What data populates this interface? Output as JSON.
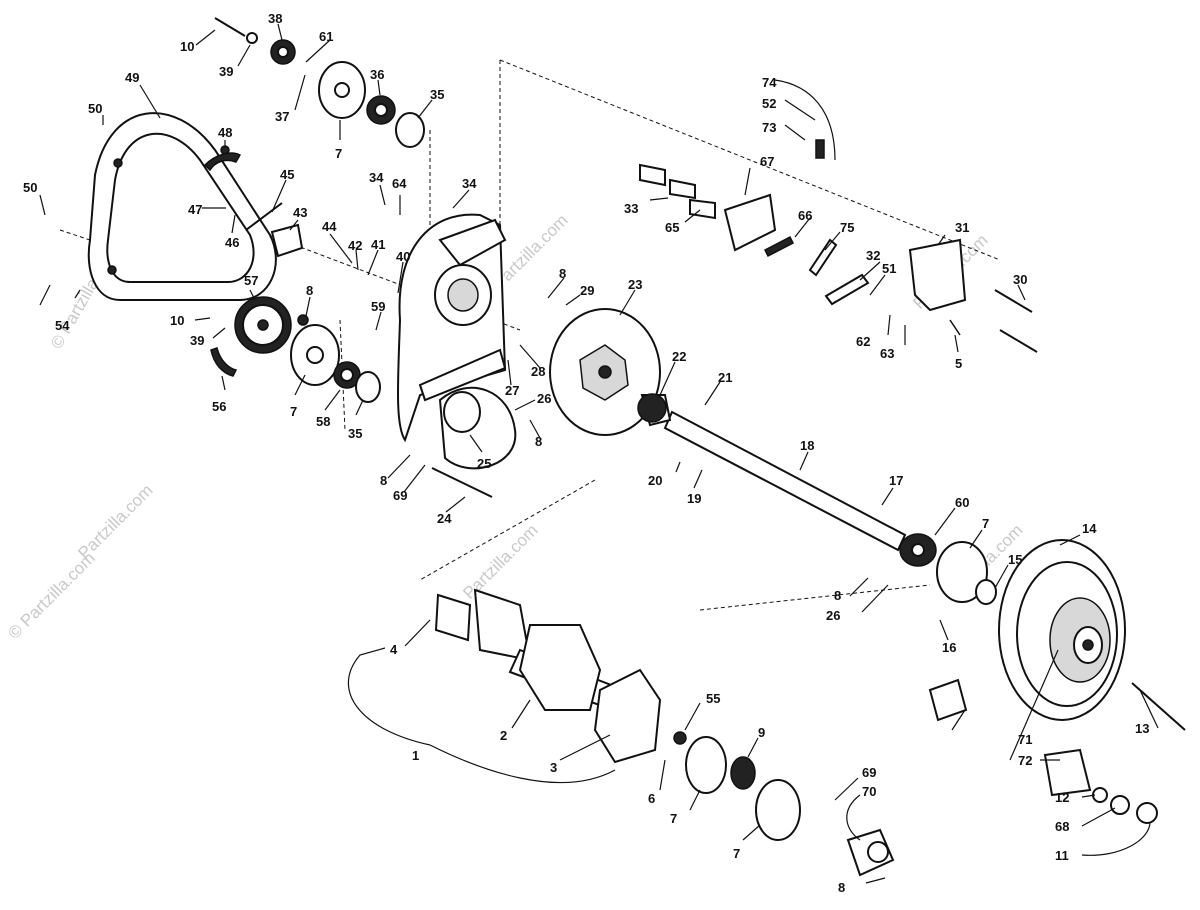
{
  "watermarks": {
    "copyright": "© Partzilla.com",
    "site": "Partzilla.com"
  },
  "callouts": {
    "c1": "1",
    "c2": "2",
    "c3": "3",
    "c4": "4",
    "c5": "5",
    "c6": "6",
    "c7": "7",
    "c8": "8",
    "c9": "9",
    "c10": "10",
    "c11": "11",
    "c12": "12",
    "c13": "13",
    "c14": "14",
    "c15": "15",
    "c16": "16",
    "c17": "17",
    "c18": "18",
    "c19": "19",
    "c20": "20",
    "c21": "21",
    "c22": "22",
    "c23": "23",
    "c24": "24",
    "c25": "25",
    "c26": "26",
    "c27": "27",
    "c28": "28",
    "c29": "29",
    "c30": "30",
    "c31": "31",
    "c32": "32",
    "c33": "33",
    "c34": "34",
    "c35": "35",
    "c36": "36",
    "c37": "37",
    "c38": "38",
    "c39": "39",
    "c40": "40",
    "c41": "41",
    "c42": "42",
    "c43": "43",
    "c44": "44",
    "c45": "45",
    "c46": "46",
    "c47": "47",
    "c48": "48",
    "c49": "49",
    "c50": "50",
    "c51": "51",
    "c52": "52",
    "c54": "54",
    "c55": "55",
    "c56": "56",
    "c57": "57",
    "c58": "58",
    "c59": "59",
    "c60": "60",
    "c61": "61",
    "c62": "62",
    "c63": "63",
    "c64": "64",
    "c65": "65",
    "c66": "66",
    "c67": "67",
    "c68": "68",
    "c69": "69",
    "c70": "70",
    "c71": "71",
    "c72": "72",
    "c73": "73",
    "c74": "74",
    "c75": "75"
  }
}
